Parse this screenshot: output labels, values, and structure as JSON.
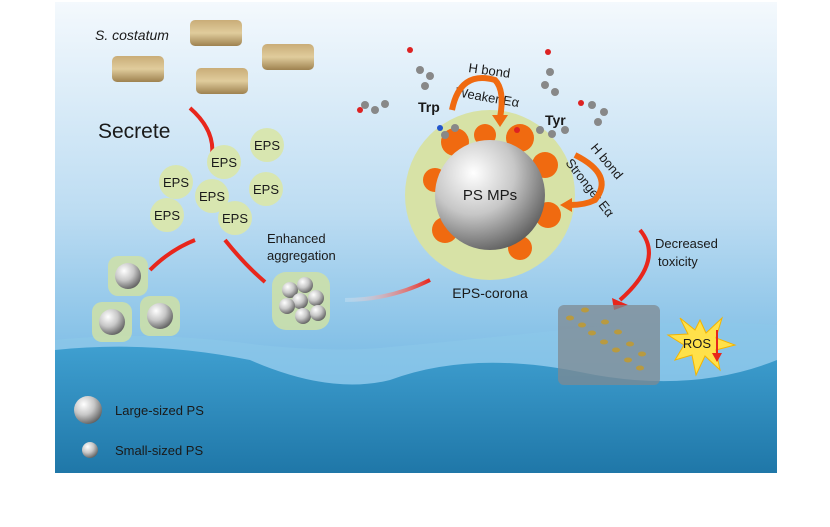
{
  "labels": {
    "species": "S. costatum",
    "secrete": "Secrete",
    "eps": "EPS",
    "enhanced_aggregation": [
      "Enhanced",
      "aggregation"
    ],
    "h_bond_1": "H bond",
    "weaker": "Weaker Eα",
    "h_bond_2": "H bond",
    "stronger": "Stronger Eα",
    "trp": "Trp",
    "tyr": "Tyr",
    "ps_mps": "PS MPs",
    "eps_corona": "EPS-corona",
    "decreased_toxicity": [
      "Decreased",
      "toxicity"
    ],
    "ros": "ROS"
  },
  "legend": [
    {
      "label": "Large-sized PS"
    },
    {
      "label": "Small-sized PS"
    }
  ],
  "colors": {
    "sky_top": "#f2f8fd",
    "sky_bottom": "#5aaee0",
    "water": "#2a86b8",
    "eps_bubble": "#d8e6b0",
    "corona": "#d7e2a6",
    "arrow_red": "#e8261c",
    "arrow_orange": "#f06a10",
    "ros_star": "#ffe14a"
  }
}
